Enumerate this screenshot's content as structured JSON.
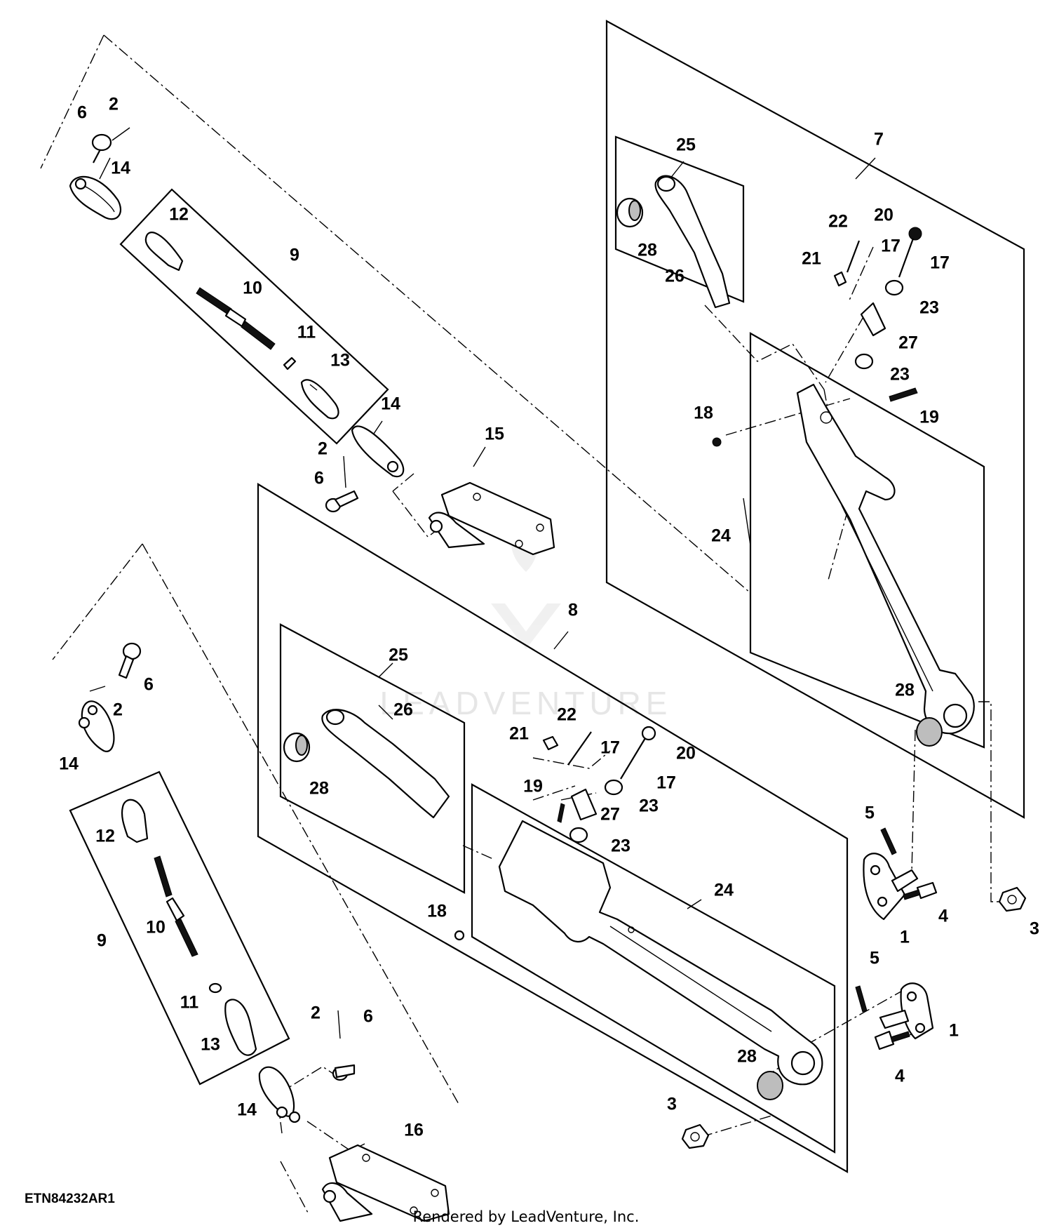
{
  "diagram": {
    "reference_code": "ETN84232AR1",
    "credit": "Rendered by LeadVenture, Inc.",
    "watermark_text": "LEADVENTURE",
    "callouts": [
      {
        "id": "c1",
        "label": "2"
      },
      {
        "id": "c2",
        "label": "6"
      },
      {
        "id": "c3",
        "label": "14"
      },
      {
        "id": "c4",
        "label": "12"
      },
      {
        "id": "c5",
        "label": "9"
      },
      {
        "id": "c6",
        "label": "10"
      },
      {
        "id": "c7",
        "label": "11"
      },
      {
        "id": "c8",
        "label": "13"
      },
      {
        "id": "c9",
        "label": "14"
      },
      {
        "id": "c10",
        "label": "2"
      },
      {
        "id": "c11",
        "label": "6"
      },
      {
        "id": "c12",
        "label": "15"
      },
      {
        "id": "c13",
        "label": "7"
      },
      {
        "id": "c14",
        "label": "25"
      },
      {
        "id": "c15",
        "label": "28"
      },
      {
        "id": "c16",
        "label": "26"
      },
      {
        "id": "c17",
        "label": "22"
      },
      {
        "id": "c18",
        "label": "20"
      },
      {
        "id": "c19",
        "label": "17"
      },
      {
        "id": "c20",
        "label": "21"
      },
      {
        "id": "c21",
        "label": "17"
      },
      {
        "id": "c22",
        "label": "23"
      },
      {
        "id": "c23",
        "label": "27"
      },
      {
        "id": "c24",
        "label": "23"
      },
      {
        "id": "c25",
        "label": "18"
      },
      {
        "id": "c26",
        "label": "19"
      },
      {
        "id": "c27",
        "label": "24"
      },
      {
        "id": "c28",
        "label": "28"
      },
      {
        "id": "c29",
        "label": "8"
      },
      {
        "id": "c30",
        "label": "25"
      },
      {
        "id": "c31",
        "label": "26"
      },
      {
        "id": "c32",
        "label": "28"
      },
      {
        "id": "c33",
        "label": "22"
      },
      {
        "id": "c34",
        "label": "21"
      },
      {
        "id": "c35",
        "label": "17"
      },
      {
        "id": "c36",
        "label": "20"
      },
      {
        "id": "c37",
        "label": "19"
      },
      {
        "id": "c38",
        "label": "17"
      },
      {
        "id": "c39",
        "label": "27"
      },
      {
        "id": "c40",
        "label": "23"
      },
      {
        "id": "c41",
        "label": "23"
      },
      {
        "id": "c42",
        "label": "18"
      },
      {
        "id": "c43",
        "label": "24"
      },
      {
        "id": "c44",
        "label": "28"
      },
      {
        "id": "c45",
        "label": "3"
      },
      {
        "id": "c46",
        "label": "5"
      },
      {
        "id": "c47",
        "label": "1"
      },
      {
        "id": "c48",
        "label": "4"
      },
      {
        "id": "c49",
        "label": "3"
      },
      {
        "id": "c50",
        "label": "5"
      },
      {
        "id": "c51",
        "label": "1"
      },
      {
        "id": "c52",
        "label": "4"
      },
      {
        "id": "c53",
        "label": "6"
      },
      {
        "id": "c54",
        "label": "2"
      },
      {
        "id": "c55",
        "label": "14"
      },
      {
        "id": "c56",
        "label": "12"
      },
      {
        "id": "c57",
        "label": "9"
      },
      {
        "id": "c58",
        "label": "10"
      },
      {
        "id": "c59",
        "label": "11"
      },
      {
        "id": "c60",
        "label": "13"
      },
      {
        "id": "c61",
        "label": "2"
      },
      {
        "id": "c62",
        "label": "6"
      },
      {
        "id": "c63",
        "label": "14"
      },
      {
        "id": "c64",
        "label": "16"
      }
    ]
  }
}
